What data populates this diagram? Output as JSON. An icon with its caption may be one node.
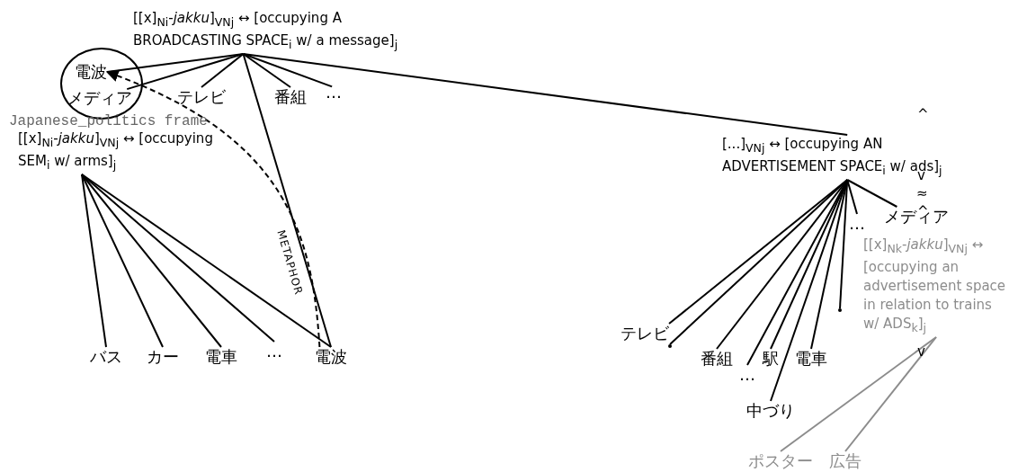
{
  "diagram": {
    "nodes": [
      {
        "text": [
          "[[x]$_{Ni}$-*jakku*]$_{VNj}$ ↔ [occupying A BROADCASTING SPACE$_{i}$ w/ a message]$_{j}$"
        ]
      },
      {
        "text": [],
        "shape": "circle"
      },
      {
        "text": [
          "電波"
        ],
        "in": 1
      },
      {
        "text": [
          "メディア"
        ],
        "in": 1
      },
      {
        "text": [
          "テレビ"
        ]
      },
      {
        "text": [
          "番組"
        ]
      },
      {
        "text": [
          "…"
        ]
      },
      {
        "text": [
          "Japanese_politics frame",
          "[[x]$_{Ni}$-*jakku*]$_{VNj}$ ↔ [occupying SEM$_{i}$ w/ arms]$_{j}$"
        ]
      },
      {
        "text": [
          "[...]$_{VNj}$ ↔ [occupying AN ADVERTISEMENT SPACE$_{i}$ w/ ads]$_{j}$"
        ]
      },
      {
        "text": [
          "メディア"
        ]
      },
      {
        "text": [
          "…"
        ]
      },
      {
        "text": [
          "[[x]$_{Nk}$-*jakku*]$_{VNj}$ ↔ [occupying an advertisement space in relation to trains w/ ADS$_{k}$]$_{j}$"
        ]
      },
      {
        "text": [
          "テレビ"
        ]
      },
      {
        "text": [],
        "shape": "point"
      },
      {
        "text": [
          "バス"
        ]
      },
      {
        "text": [
          "カー"
        ]
      },
      {
        "text": [
          "電車"
        ]
      },
      {
        "text": [
          "…"
        ]
      },
      {
        "text": [
          "電波"
        ]
      },
      {
        "text": [],
        "shape": "point"
      },
      {
        "text": [
          "番組"
        ]
      },
      {
        "text": [
          "駅"
        ]
      },
      {
        "text": [
          "電車"
        ]
      },
      {
        "text": [
          "…"
        ]
      },
      {
        "text": [
          "中づり"
        ]
      },
      {
        "text": [
          "ポスター"
        ]
      },
      {
        "text": [
          "広告"
        ]
      }
    ],
    "edges": [
      {
        "from": 0,
        "to": 2,
        "arrow": "none"
      },
      {
        "from": 0,
        "to": 3,
        "arrow": "none"
      },
      {
        "from": 0,
        "to": 4,
        "arrow": "none"
      },
      {
        "from": 0,
        "to": 5,
        "arrow": "none"
      },
      {
        "from": 0,
        "to": 6,
        "arrow": "none"
      },
      {
        "from": 0,
        "to": 8,
        "arrow": "none"
      },
      {
        "from": 0,
        "to": 18,
        "arrow": "none"
      },
      {
        "from": 7,
        "to": 14,
        "arrow": "none"
      },
      {
        "from": 7,
        "to": 15,
        "arrow": "none"
      },
      {
        "from": 7,
        "to": 16,
        "arrow": "none"
      },
      {
        "from": 7,
        "to": 17,
        "arrow": "none"
      },
      {
        "from": 7,
        "to": 18,
        "arrow": "none"
      },
      {
        "from": 18,
        "to": 2,
        "arrow": "to",
        "style": "dashed",
        "label": "METAPHOR"
      },
      {
        "from": 8,
        "to": 12,
        "arrow": "none"
      },
      {
        "from": 8,
        "to": 19,
        "arrow": "none"
      },
      {
        "from": 8,
        "to": 20,
        "arrow": "none"
      },
      {
        "from": 8,
        "to": 23,
        "arrow": "none"
      },
      {
        "from": 8,
        "to": 24,
        "arrow": "none"
      },
      {
        "from": 8,
        "to": 21,
        "arrow": "none"
      },
      {
        "from": 8,
        "to": 22,
        "arrow": "none"
      },
      {
        "from": 8,
        "to": 13,
        "arrow": "none"
      },
      {
        "from": 8,
        "to": 10,
        "arrow": "none"
      },
      {
        "from": 8,
        "to": 9,
        "arrow": "none"
      },
      {
        "from": 11,
        "to": 25,
        "arrow": "none",
        "color": "#8c8c8c"
      },
      {
        "from": 11,
        "to": 26,
        "arrow": "none",
        "color": "#8c8c8c"
      }
    ],
    "labels": [
      "^",
      "v",
      "≈",
      "^",
      "v"
    ]
  }
}
